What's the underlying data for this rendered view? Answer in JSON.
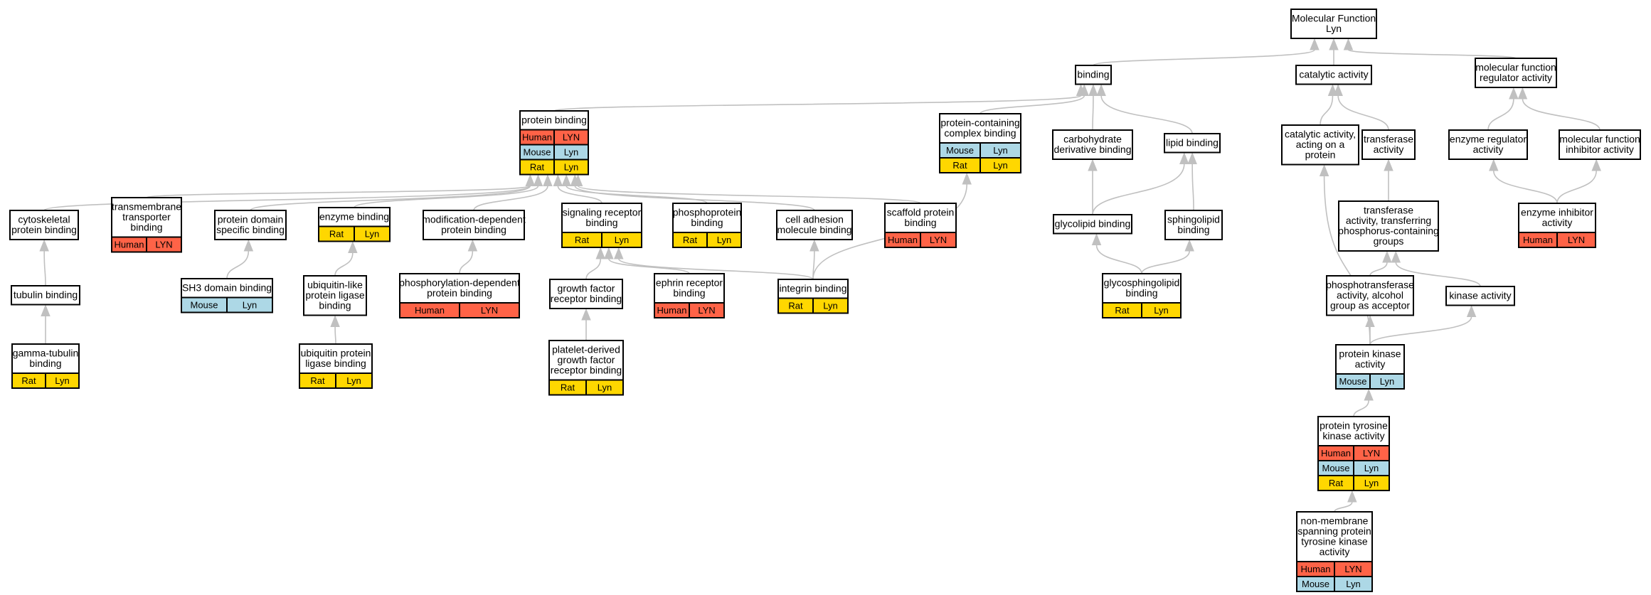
{
  "colors": {
    "Human": "#ff6347",
    "Mouse": "#add8e6",
    "Rat": "#ffd700",
    "edge": "#c0c0c0"
  },
  "nodes": [
    {
      "id": "mf",
      "label": [
        "Molecular Function",
        "Lyn"
      ],
      "rows": []
    },
    {
      "id": "binding",
      "label": [
        "binding"
      ],
      "rows": []
    },
    {
      "id": "catalytic",
      "label": [
        "catalytic activity"
      ],
      "rows": []
    },
    {
      "id": "mfreg",
      "label": [
        "molecular function",
        "regulator activity"
      ],
      "rows": []
    },
    {
      "id": "protein_binding",
      "label": [
        "protein binding"
      ],
      "rows": [
        [
          "Human",
          "LYN"
        ],
        [
          "Mouse",
          "Lyn"
        ],
        [
          "Rat",
          "Lyn"
        ]
      ]
    },
    {
      "id": "pccb",
      "label": [
        "protein-containing",
        "complex binding"
      ],
      "rows": [
        [
          "Mouse",
          "Lyn"
        ],
        [
          "Rat",
          "Lyn"
        ]
      ]
    },
    {
      "id": "carb",
      "label": [
        "carbohydrate",
        "derivative binding"
      ],
      "rows": []
    },
    {
      "id": "lipid",
      "label": [
        "lipid binding"
      ],
      "rows": []
    },
    {
      "id": "cat_protein",
      "label": [
        "catalytic activity,",
        "acting on a",
        "protein"
      ],
      "rows": []
    },
    {
      "id": "transferase",
      "label": [
        "transferase",
        "activity"
      ],
      "rows": []
    },
    {
      "id": "enzreg",
      "label": [
        "enzyme regulator",
        "activity"
      ],
      "rows": []
    },
    {
      "id": "mfinhib",
      "label": [
        "molecular function",
        "inhibitor activity"
      ],
      "rows": []
    },
    {
      "id": "cytoskel",
      "label": [
        "cytoskeletal",
        "protein binding"
      ],
      "rows": []
    },
    {
      "id": "transmem",
      "label": [
        "transmembrane",
        "transporter",
        "binding"
      ],
      "rows": [
        [
          "Human",
          "LYN"
        ]
      ]
    },
    {
      "id": "pdomain",
      "label": [
        "protein domain",
        "specific binding"
      ],
      "rows": []
    },
    {
      "id": "enzyme_binding",
      "label": [
        "enzyme binding"
      ],
      "rows": [
        [
          "Rat",
          "Lyn"
        ]
      ]
    },
    {
      "id": "moddep",
      "label": [
        "modification-dependent",
        "protein binding"
      ],
      "rows": []
    },
    {
      "id": "sigrec",
      "label": [
        "signaling receptor",
        "binding"
      ],
      "rows": [
        [
          "Rat",
          "Lyn"
        ]
      ]
    },
    {
      "id": "phosphoprot",
      "label": [
        "phosphoprotein",
        "binding"
      ],
      "rows": [
        [
          "Rat",
          "Lyn"
        ]
      ]
    },
    {
      "id": "celladh",
      "label": [
        "cell adhesion",
        "molecule binding"
      ],
      "rows": []
    },
    {
      "id": "scaffold",
      "label": [
        "scaffold protein",
        "binding"
      ],
      "rows": [
        [
          "Human",
          "LYN"
        ]
      ]
    },
    {
      "id": "glycolipid",
      "label": [
        "glycolipid binding"
      ],
      "rows": []
    },
    {
      "id": "sphingo",
      "label": [
        "sphingolipid",
        "binding"
      ],
      "rows": []
    },
    {
      "id": "transfer_p",
      "label": [
        "transferase",
        "activity, transferring",
        "phosphorus-containing",
        "groups"
      ],
      "rows": []
    },
    {
      "id": "enzinhib",
      "label": [
        "enzyme inhibitor",
        "activity"
      ],
      "rows": [
        [
          "Human",
          "LYN"
        ]
      ]
    },
    {
      "id": "tubulin",
      "label": [
        "tubulin binding"
      ],
      "rows": []
    },
    {
      "id": "sh3",
      "label": [
        "SH3 domain binding"
      ],
      "rows": [
        [
          "Mouse",
          "Lyn"
        ]
      ]
    },
    {
      "id": "ubl",
      "label": [
        "ubiquitin-like",
        "protein ligase",
        "binding"
      ],
      "rows": []
    },
    {
      "id": "phosdep",
      "label": [
        "phosphorylation-dependent",
        "protein binding"
      ],
      "rows": [
        [
          "Human",
          "LYN"
        ]
      ]
    },
    {
      "id": "gfrb",
      "label": [
        "growth factor",
        "receptor binding"
      ],
      "rows": []
    },
    {
      "id": "ephrin",
      "label": [
        "ephrin receptor",
        "binding"
      ],
      "rows": [
        [
          "Human",
          "LYN"
        ]
      ]
    },
    {
      "id": "integrin",
      "label": [
        "integrin binding"
      ],
      "rows": [
        [
          "Rat",
          "Lyn"
        ]
      ]
    },
    {
      "id": "glycosph",
      "label": [
        "glycosphingolipid",
        "binding"
      ],
      "rows": [
        [
          "Rat",
          "Lyn"
        ]
      ]
    },
    {
      "id": "phosphotrans",
      "label": [
        "phosphotransferase",
        "activity, alcohol",
        "group as acceptor"
      ],
      "rows": []
    },
    {
      "id": "kinase",
      "label": [
        "kinase activity"
      ],
      "rows": []
    },
    {
      "id": "gammatub",
      "label": [
        "gamma-tubulin",
        "binding"
      ],
      "rows": [
        [
          "Rat",
          "Lyn"
        ]
      ]
    },
    {
      "id": "ubiq",
      "label": [
        "ubiquitin protein",
        "ligase binding"
      ],
      "rows": [
        [
          "Rat",
          "Lyn"
        ]
      ]
    },
    {
      "id": "pdgf",
      "label": [
        "platelet-derived",
        "growth factor",
        "receptor binding"
      ],
      "rows": [
        [
          "Rat",
          "Lyn"
        ]
      ]
    },
    {
      "id": "pk",
      "label": [
        "protein kinase",
        "activity"
      ],
      "rows": [
        [
          "Mouse",
          "Lyn"
        ]
      ]
    },
    {
      "id": "ptk",
      "label": [
        "protein tyrosine",
        "kinase activity"
      ],
      "rows": [
        [
          "Human",
          "LYN"
        ],
        [
          "Mouse",
          "Lyn"
        ],
        [
          "Rat",
          "Lyn"
        ]
      ]
    },
    {
      "id": "nmptk",
      "label": [
        "non-membrane",
        "spanning protein",
        "tyrosine kinase",
        "activity"
      ],
      "rows": [
        [
          "Human",
          "LYN"
        ],
        [
          "Mouse",
          "Lyn"
        ]
      ]
    }
  ],
  "edges": [
    [
      "binding",
      "mf"
    ],
    [
      "catalytic",
      "mf"
    ],
    [
      "mfreg",
      "mf"
    ],
    [
      "protein_binding",
      "binding"
    ],
    [
      "pccb",
      "binding"
    ],
    [
      "carb",
      "binding"
    ],
    [
      "lipid",
      "binding"
    ],
    [
      "cat_protein",
      "catalytic"
    ],
    [
      "transferase",
      "catalytic"
    ],
    [
      "enzreg",
      "mfreg"
    ],
    [
      "mfinhib",
      "mfreg"
    ],
    [
      "cytoskel",
      "protein_binding"
    ],
    [
      "transmem",
      "protein_binding"
    ],
    [
      "pdomain",
      "protein_binding"
    ],
    [
      "enzyme_binding",
      "protein_binding"
    ],
    [
      "moddep",
      "protein_binding"
    ],
    [
      "sigrec",
      "protein_binding"
    ],
    [
      "phosphoprot",
      "protein_binding"
    ],
    [
      "celladh",
      "protein_binding"
    ],
    [
      "scaffold",
      "protein_binding"
    ],
    [
      "gfrb",
      "sigrec"
    ],
    [
      "ephrin",
      "sigrec"
    ],
    [
      "integrin",
      "sigrec"
    ],
    [
      "integrin",
      "celladh"
    ],
    [
      "integrin",
      "pccb"
    ],
    [
      "glycolipid",
      "carb"
    ],
    [
      "glycolipid",
      "lipid"
    ],
    [
      "sphingo",
      "lipid"
    ],
    [
      "glycosph",
      "glycolipid"
    ],
    [
      "glycosph",
      "sphingo"
    ],
    [
      "transfer_p",
      "transferase"
    ],
    [
      "enzinhib",
      "enzreg"
    ],
    [
      "enzinhib",
      "mfinhib"
    ],
    [
      "tubulin",
      "cytoskel"
    ],
    [
      "gammatub",
      "tubulin"
    ],
    [
      "sh3",
      "pdomain"
    ],
    [
      "ubl",
      "enzyme_binding"
    ],
    [
      "ubiq",
      "ubl"
    ],
    [
      "phosdep",
      "moddep"
    ],
    [
      "pdgf",
      "gfrb"
    ],
    [
      "phosphotrans",
      "transfer_p"
    ],
    [
      "kinase",
      "transfer_p"
    ],
    [
      "pk",
      "cat_protein"
    ],
    [
      "pk",
      "phosphotrans"
    ],
    [
      "pk",
      "kinase"
    ],
    [
      "ptk",
      "pk"
    ],
    [
      "nmptk",
      "ptk"
    ]
  ]
}
